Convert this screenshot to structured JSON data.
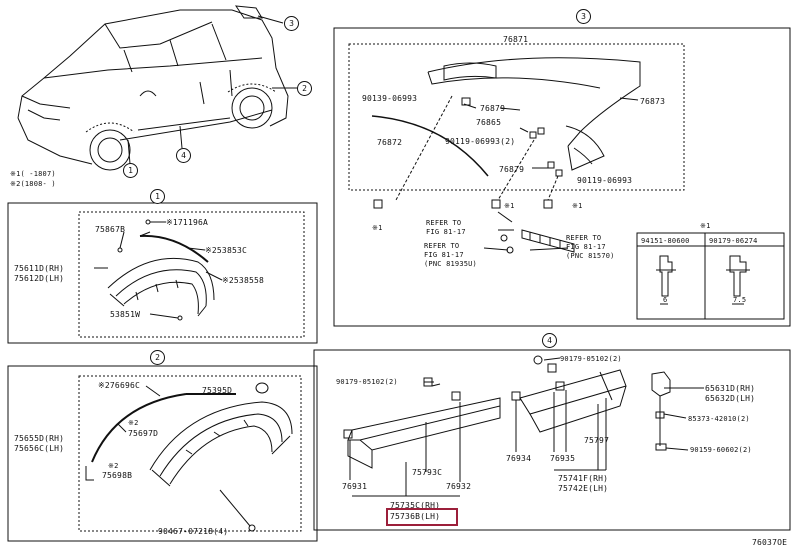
{
  "diagram_id": "76037OE",
  "callouts": {
    "c1": "1",
    "c2": "2",
    "c3": "3",
    "c4": "4"
  },
  "overview": {
    "note1": "※1(    -1807)",
    "note2": "※2(1808-    )"
  },
  "section1": {
    "circle": "1",
    "labels": {
      "p75867B": "75867B",
      "p171196A": "※171196A",
      "p253853C": "※253853C",
      "p2538558": "※2538558",
      "p75611D": "75611D(RH)",
      "p75612D": "75612D(LH)",
      "p53851W": "53851W"
    }
  },
  "section2": {
    "circle": "2",
    "labels": {
      "p276696C": "※276696C",
      "p75395D": "75395D",
      "star2a": "※2",
      "p75697D": "75697D",
      "p75655D": "75655D(RH)",
      "p75656C": "75656C(LH)",
      "star2b": "※2",
      "p75698B": "75698B",
      "p90467": "90467-07218(4)"
    }
  },
  "section3": {
    "circle": "3",
    "labels": {
      "p76871": "76871",
      "p90139": "90139-06993",
      "p76879a": "76879",
      "p76873": "76873",
      "p76865": "76865",
      "p76872": "76872",
      "p90119a": "90119-06993(2)",
      "p76879b": "76879",
      "p90119b": "90119-06993",
      "star1a": "※1",
      "star1b": "※1",
      "star1c": "※1",
      "ref1a": "REFER TO",
      "ref1b": "FIG 81-17",
      "ref2a": "REFER TO",
      "ref2b": "FIG 81-17",
      "ref2c": "(PNC 81935U)",
      "ref3a": "REFER TO",
      "ref3b": "FIG 81-17",
      "ref3c": "(PNC 81570)"
    },
    "clip_table": {
      "title": "※1",
      "col1": "94151-80600",
      "col2": "90179-06274",
      "dim1": "6",
      "dim2": "7.5"
    }
  },
  "section4": {
    "circle": "4",
    "labels": {
      "p90179top": "90179-05102(2)",
      "p90179left": "90179-05102(2)",
      "p65631D": "65631D(RH)",
      "p65632D": "65632D(LH)",
      "p85373": "85373-42010(2)",
      "p90159": "90159-60602(2)",
      "p75797": "75797",
      "p76934": "76934",
      "p76935": "76935",
      "p75793C": "75793C",
      "p76931": "76931",
      "p76932": "76932",
      "p75741F": "75741F(RH)",
      "p75742E": "75742E(LH)",
      "p75735C": "75735C(RH)",
      "p75736B": "75736B(LH)"
    }
  },
  "colors": {
    "highlight": "#9c1f3a",
    "line": "#111111",
    "background": "#ffffff"
  }
}
